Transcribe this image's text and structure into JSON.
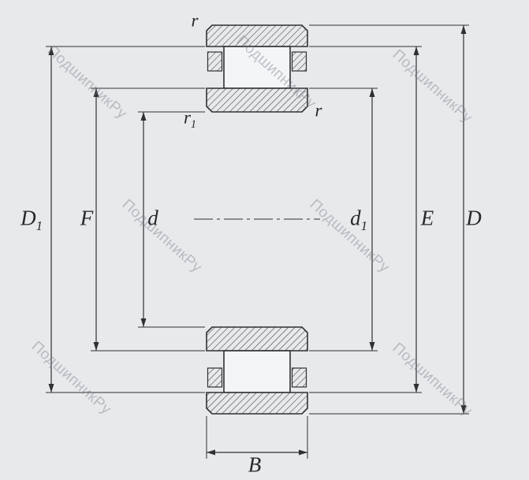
{
  "page": {
    "background_color": "#e8e9eb",
    "line_color": "#2f3133",
    "description": "Cylindrical roller bearing cross-section dimension drawing"
  },
  "watermark": {
    "text": "ПодшипникРу",
    "color": "#767c88"
  },
  "labels": {
    "r_top": {
      "base": "r",
      "sub": ""
    },
    "r1_left": {
      "base": "r",
      "sub": "1"
    },
    "r_right": {
      "base": "r",
      "sub": ""
    },
    "D1": {
      "base": "D",
      "sub": "1"
    },
    "F": {
      "base": "F",
      "sub": ""
    },
    "d": {
      "base": "d",
      "sub": ""
    },
    "d1": {
      "base": "d",
      "sub": "1"
    },
    "E": {
      "base": "E",
      "sub": ""
    },
    "D": {
      "base": "D",
      "sub": ""
    },
    "B": {
      "base": "B",
      "sub": ""
    }
  }
}
